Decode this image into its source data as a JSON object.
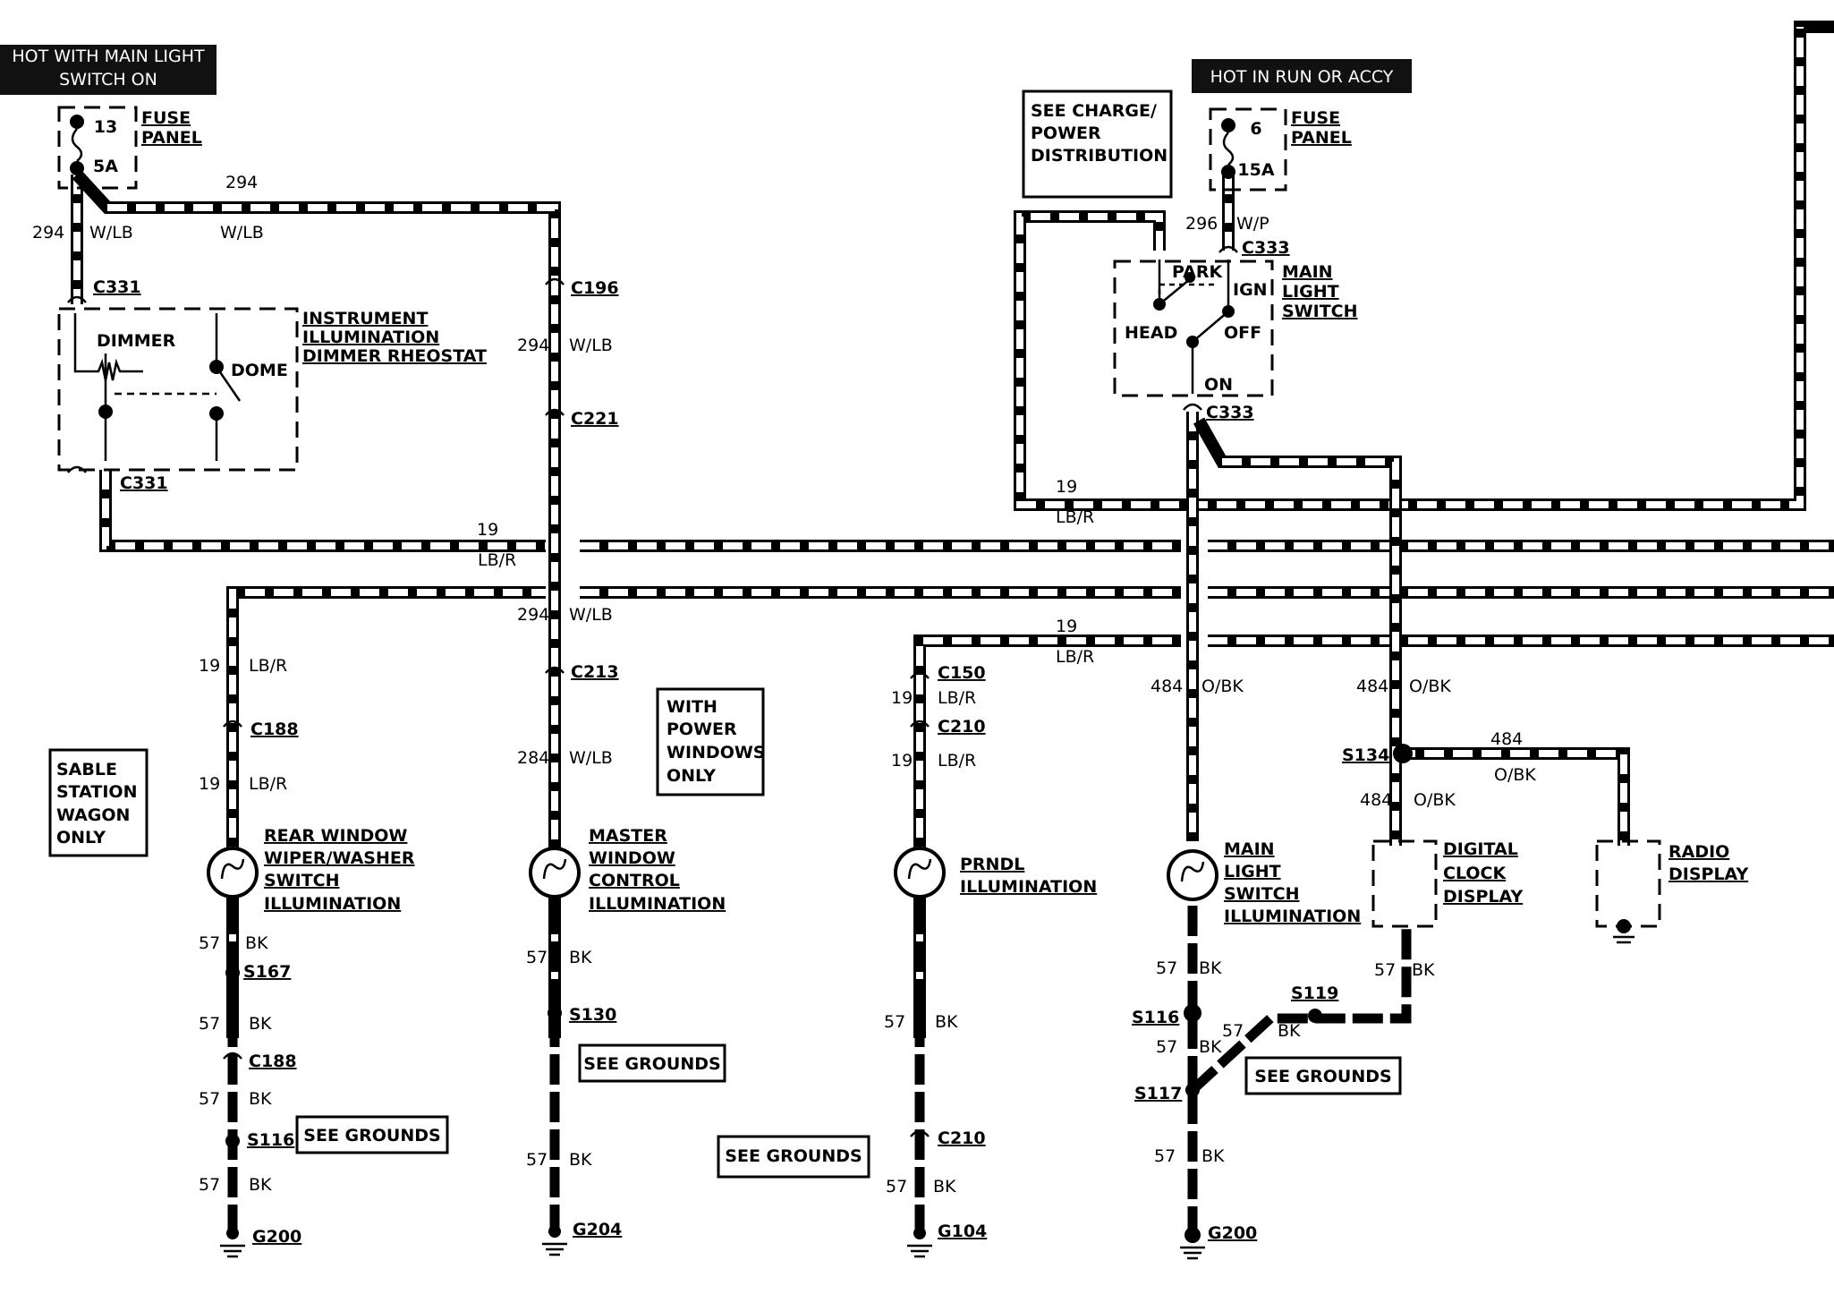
{
  "banners": {
    "hot_main_light": [
      "HOT WITH MAIN LIGHT",
      "SWITCH ON"
    ],
    "hot_run_accy": "HOT IN RUN OR ACCY"
  },
  "fuses": {
    "left": {
      "number": "13",
      "amps": "5A",
      "label": [
        "FUSE",
        "PANEL"
      ]
    },
    "right": {
      "number": "6",
      "amps": "15A",
      "label": [
        "FUSE",
        "PANEL"
      ]
    }
  },
  "notes": {
    "charge": [
      "SEE CHARGE/",
      "POWER",
      "DISTRIBUTION"
    ],
    "power_windows": [
      "WITH",
      "POWER",
      "WINDOWS",
      "ONLY"
    ],
    "sable": [
      "SABLE",
      "STATION",
      "WAGON",
      "ONLY"
    ],
    "see_grounds": "SEE GROUNDS"
  },
  "components": {
    "dimmer": {
      "title": [
        "INSTRUMENT",
        "ILLUMINATION",
        "DIMMER RHEOSTAT"
      ],
      "dimmer": "DIMMER",
      "dome": "DOME"
    },
    "main_switch": {
      "title": [
        "MAIN",
        "LIGHT",
        "SWITCH"
      ],
      "park": "PARK",
      "ign": "IGN",
      "head": "HEAD",
      "off": "OFF",
      "on": "ON"
    },
    "rear_wiper": [
      "REAR WINDOW",
      "WIPER/WASHER",
      "SWITCH",
      "ILLUMINATION"
    ],
    "master_window": [
      "MASTER",
      "WINDOW",
      "CONTROL",
      "ILLUMINATION"
    ],
    "prndl": [
      "PRNDL",
      "ILLUMINATION"
    ],
    "main_switch_illum": [
      "MAIN",
      "LIGHT",
      "SWITCH",
      "ILLUMINATION"
    ],
    "clock": [
      "DIGITAL",
      "CLOCK",
      "DISPLAY"
    ],
    "radio": [
      "RADIO",
      "DISPLAY"
    ]
  },
  "connectors": {
    "c331": "C331",
    "c196": "C196",
    "c221": "C221",
    "c213": "C213",
    "c188": "C188",
    "c150": "C150",
    "c210": "C210",
    "c333": "C333",
    "s167": "S167",
    "s116": "S116",
    "s130": "S130",
    "s134": "S134",
    "s119": "S119",
    "s117": "S117",
    "g200": "G200",
    "g204": "G204",
    "g104": "G104"
  },
  "wires": {
    "n294": "294",
    "wlb": "W/LB",
    "n19": "19",
    "lbr": "LB/R",
    "n296": "296",
    "wp": "W/P",
    "n484": "484",
    "obk": "O/BK",
    "n57": "57",
    "bk": "BK",
    "n284": "284"
  }
}
